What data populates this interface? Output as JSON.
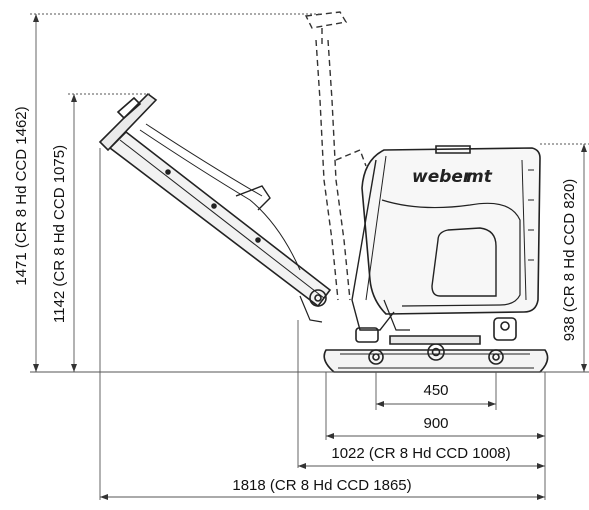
{
  "brand": {
    "logo_text": "weber",
    "logo_suffix": "mt"
  },
  "dimensions": {
    "height_total": "1471 (CR 8 Hd CCD 1462)",
    "height_handle": "1142 (CR 8 Hd CCD 1075)",
    "height_body": "938 (CR 8 Hd CCD 820)",
    "width_450": "450",
    "width_900": "900",
    "width_1022": "1022 (CR 8 Hd CCD 1008)",
    "width_1818": "1818 (CR 8 Hd CCD 1865)"
  },
  "colors": {
    "line": "#222222",
    "dim_line": "#555555",
    "background": "#ffffff"
  }
}
